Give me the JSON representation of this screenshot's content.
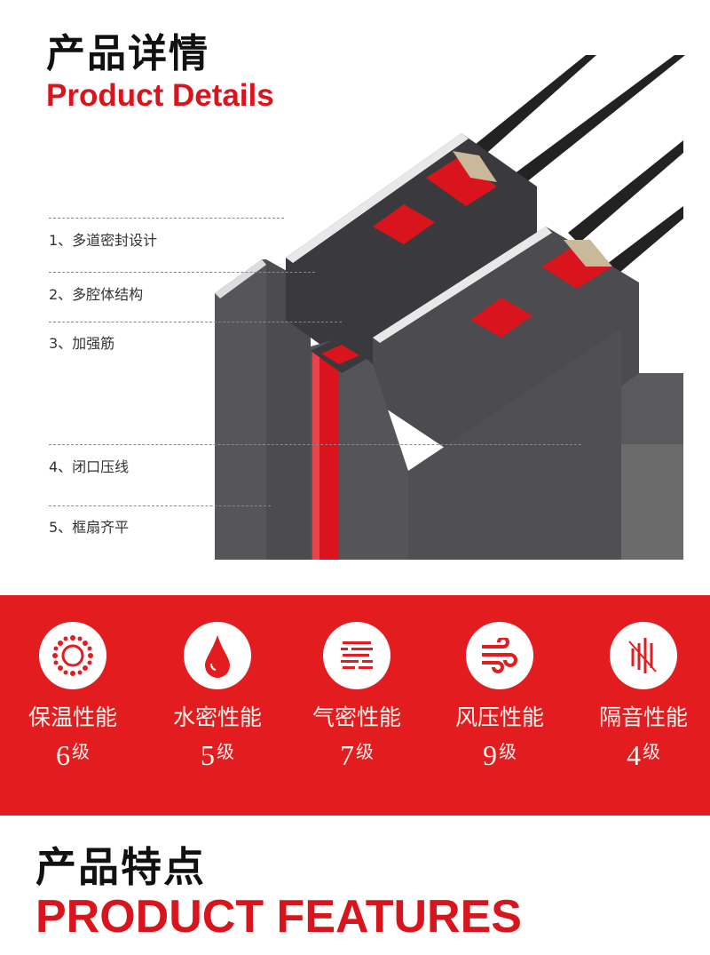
{
  "header": {
    "title_cn": "产品详情",
    "title_en": "Product Details"
  },
  "callouts": [
    "1、多道密封设计",
    "2、多腔体结构",
    "3、加强筋",
    "4、闭口压线",
    "5、框扇齐平"
  ],
  "features": [
    {
      "icon": "sun-icon",
      "name": "保温性能",
      "grade": "6",
      "unit": "级"
    },
    {
      "icon": "water-drop-icon",
      "name": "水密性能",
      "grade": "5",
      "unit": "级"
    },
    {
      "icon": "airtight-icon",
      "name": "气密性能",
      "grade": "7",
      "unit": "级"
    },
    {
      "icon": "wind-icon",
      "name": "风压性能",
      "grade": "9",
      "unit": "级"
    },
    {
      "icon": "sound-icon",
      "name": "隔音性能",
      "grade": "4",
      "unit": "级"
    }
  ],
  "footer": {
    "title_cn": "产品特点",
    "title_en": "PRODUCT FEATURES"
  },
  "colors": {
    "accent": "#e31d1f",
    "title_red": "#d9141c",
    "profile": "#4b4b50"
  }
}
